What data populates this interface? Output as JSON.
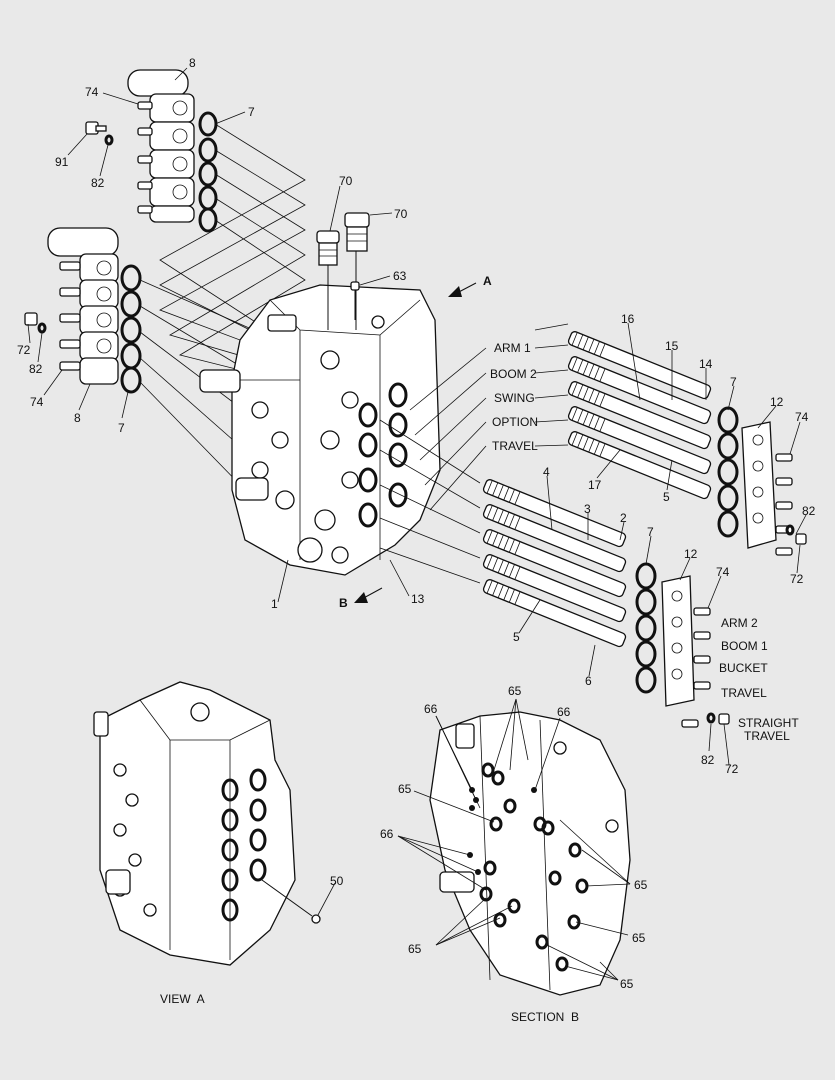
{
  "diagram": {
    "callouts": {
      "c8a": "8",
      "c74a": "74",
      "c7a": "7",
      "c91": "91",
      "c82a": "82",
      "c70a": "70",
      "c70b": "70",
      "c63": "63",
      "cA": "A",
      "c72a": "72",
      "c82b": "82",
      "c74b": "74",
      "c8b": "8",
      "c7b": "7",
      "c16": "16",
      "c15": "15",
      "c14": "14",
      "c7c": "7",
      "c12a": "12",
      "c74c": "74",
      "c17": "17",
      "c5a": "5",
      "c82c": "82",
      "c72b": "72",
      "c4": "4",
      "c3": "3",
      "c2": "2",
      "c7d": "7",
      "c12b": "12",
      "c74d": "74",
      "c1": "1",
      "cB": "B",
      "c13": "13",
      "c5b": "5",
      "c6": "6",
      "c82d": "82",
      "c72c": "72",
      "c65a": "65",
      "c66a": "66",
      "c66b": "66",
      "c65b": "65",
      "c66c": "66",
      "c65c": "65",
      "c65d": "65",
      "c65e": "65",
      "c65f": "65",
      "c50": "50"
    },
    "spool_labels": {
      "arm1": "ARM 1",
      "boom2": "BOOM 2",
      "swing": "SWING",
      "option": "OPTION",
      "travel1": "TRAVEL",
      "arm2": "ARM 2",
      "boom1": "BOOM 1",
      "bucket": "BUCKET",
      "travel2": "TRAVEL",
      "straight1": "STRAIGHT",
      "straight2": "TRAVEL"
    },
    "view_labels": {
      "view_a": "VIEW  A",
      "section_b": "SECTION  B"
    }
  }
}
